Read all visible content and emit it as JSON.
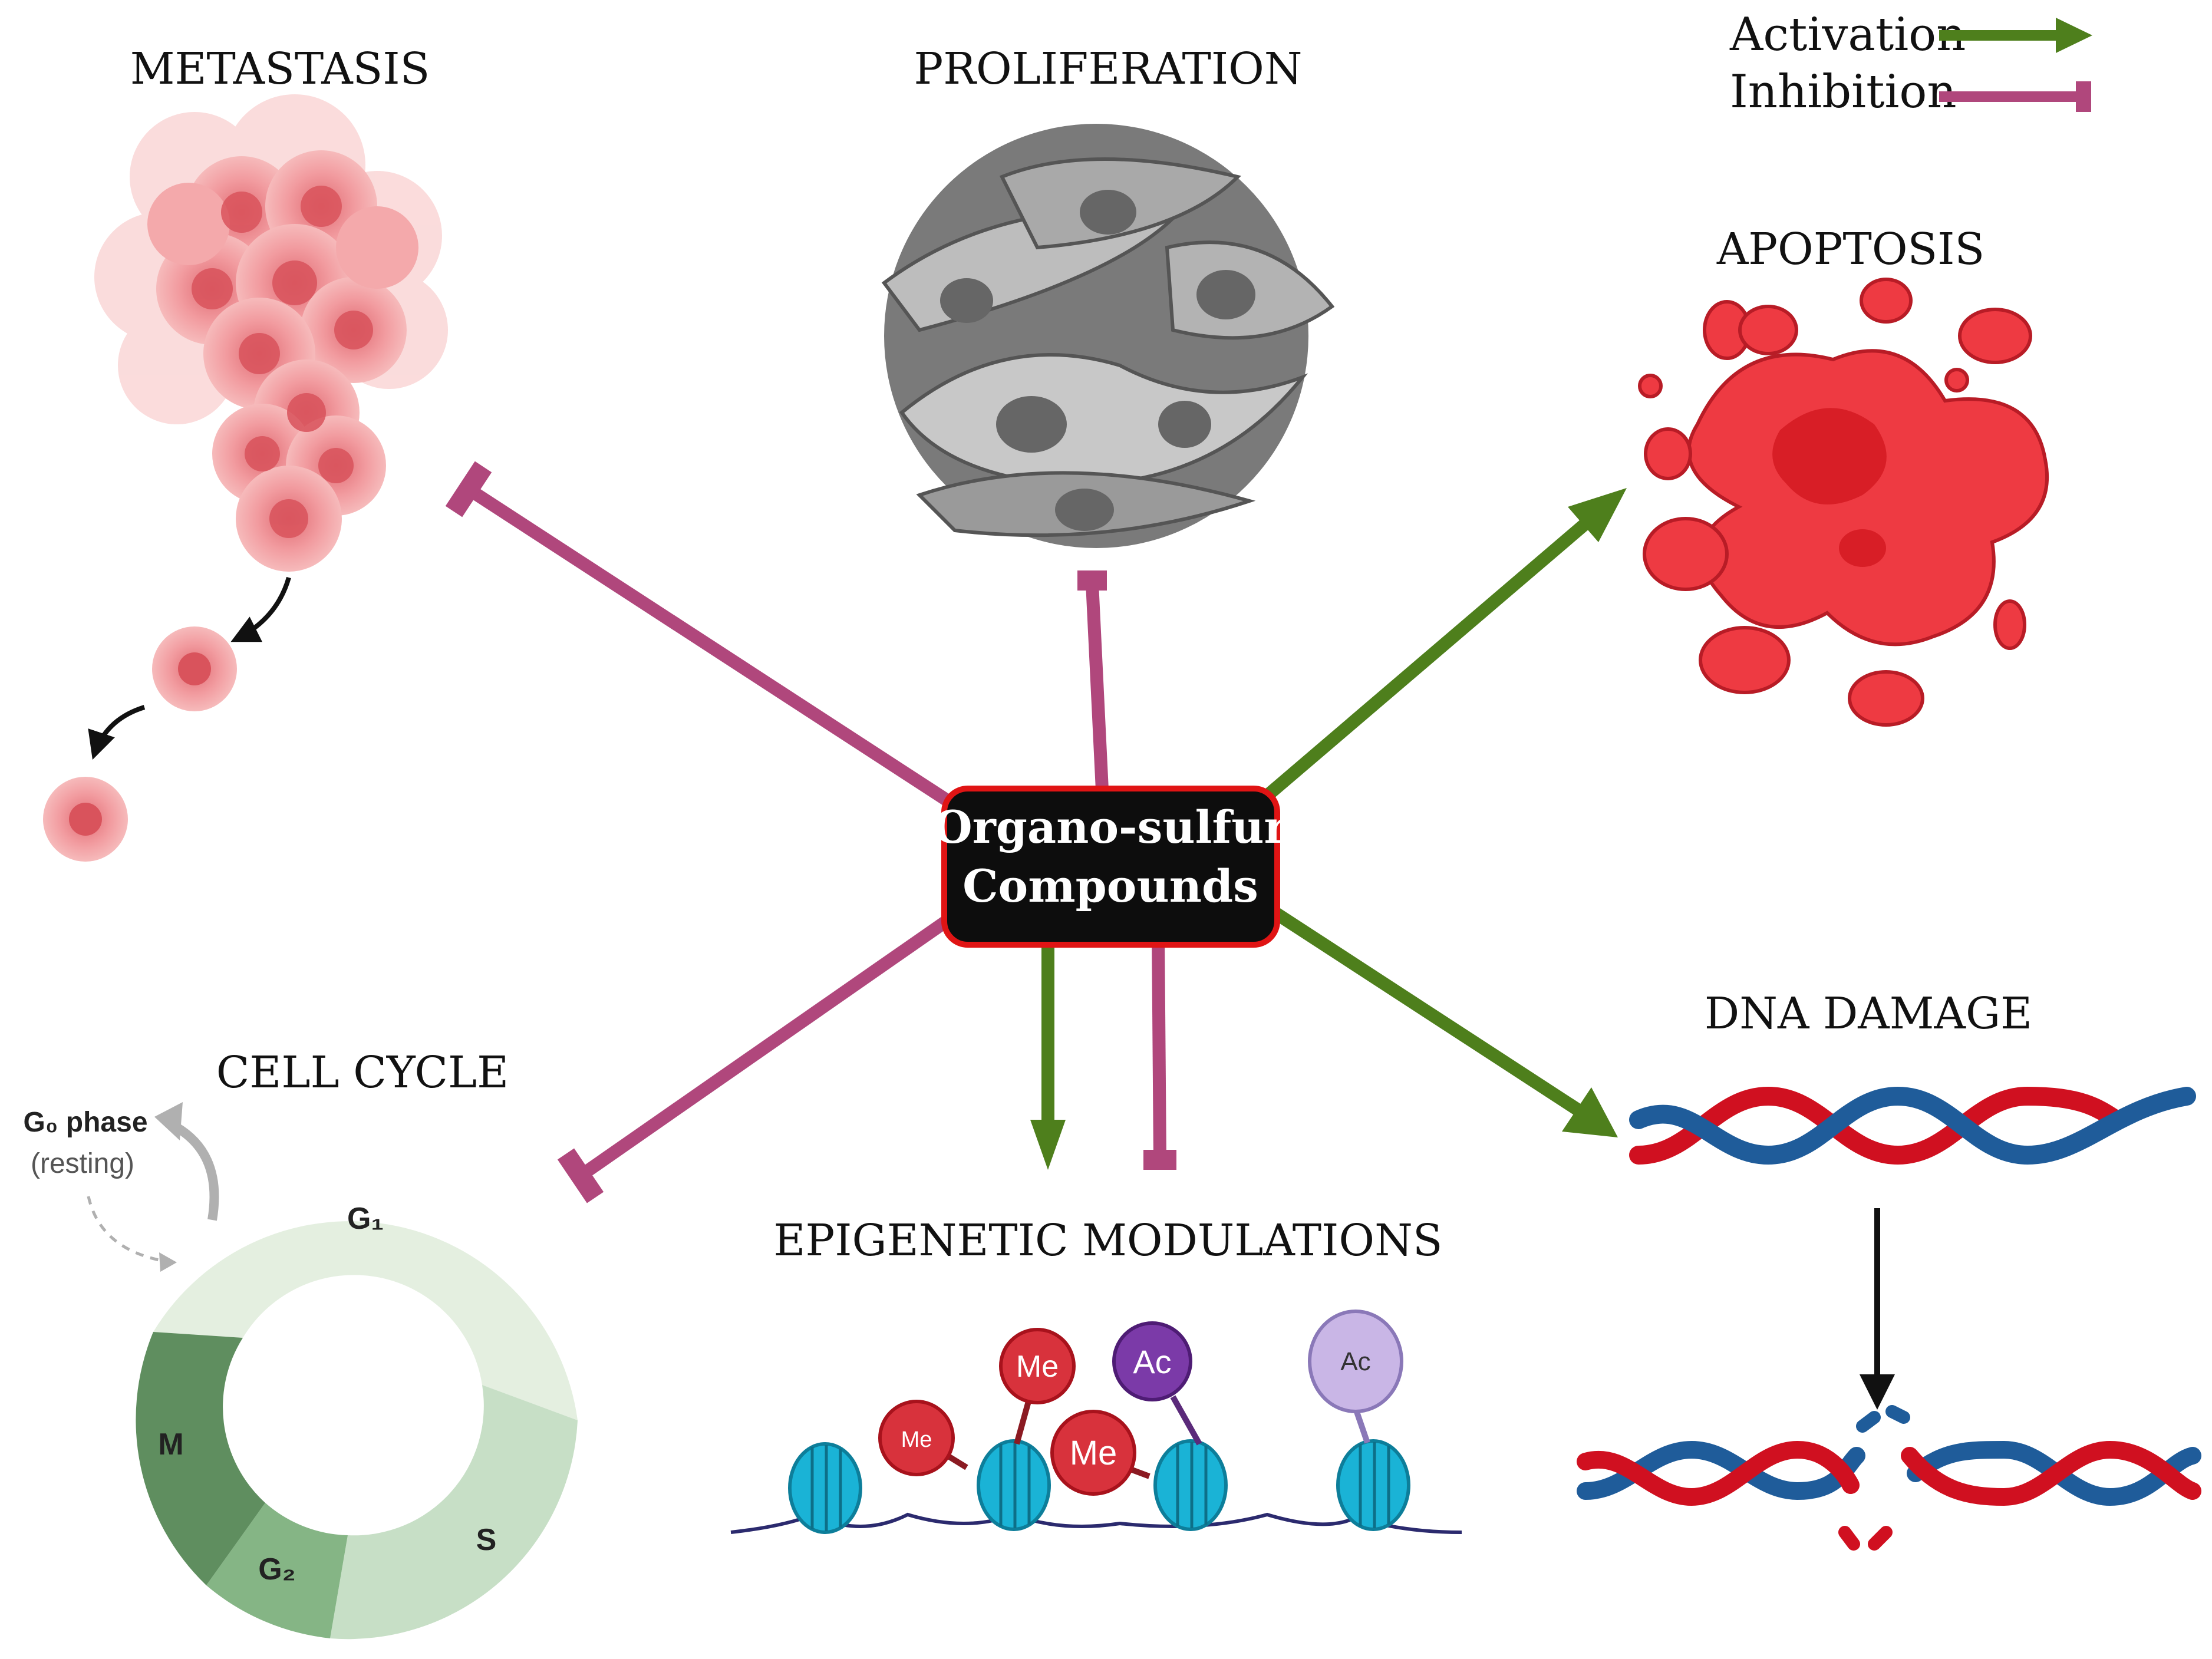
{
  "center": {
    "line1": "Organo-sulfur",
    "line2": "Compounds"
  },
  "legend": {
    "activation": "Activation",
    "inhibition": "Inhibition"
  },
  "labels": {
    "metastasis": "METASTASIS",
    "proliferation": "PROLIFERATION",
    "apoptosis": "APOPTOSIS",
    "cell_cycle": "CELL CYCLE",
    "epigenetic": "EPIGENETIC MODULATIONS",
    "dna_damage": "DNA DAMAGE"
  },
  "cell_cycle": {
    "g0": "G₀ phase",
    "resting": "(resting)",
    "g1": "G₁",
    "s": "S",
    "g2": "G₂",
    "m": "M"
  },
  "epigenetic_marks": [
    "Me",
    "Me",
    "Me",
    "Ac",
    "Ac"
  ],
  "colors": {
    "activation": "#4e7f1c",
    "inhibition": "#b0477c",
    "center_fill": "#0d0d0d",
    "center_border": "#e01414",
    "apoptosis": "#e8323a",
    "metastasis": "#f0a0a0",
    "dna_red": "#d01020",
    "dna_blue": "#1f5c9a",
    "nucleosome": "#1ab3d6"
  }
}
